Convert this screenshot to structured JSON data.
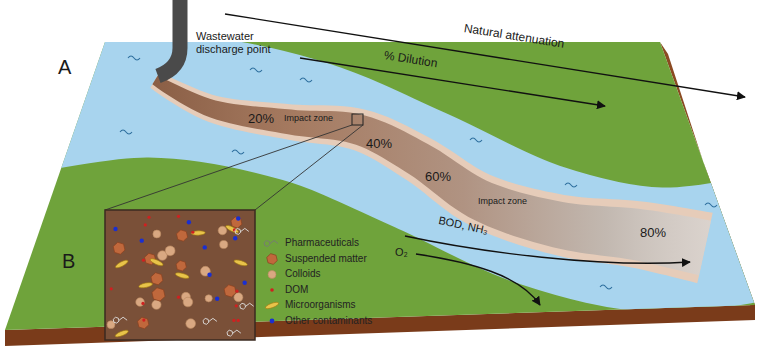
{
  "diagram": {
    "labels": [
      "A",
      "Wastewater discharge point",
      "% Dilution",
      "Natural attenuation",
      "20%",
      "Impact zone",
      "40%",
      "60%",
      "Impact zone",
      "80%",
      "BOD, NH₃",
      "O₂",
      "B"
    ],
    "legend": [
      {
        "text": "Pharmaceuticals"
      },
      {
        "text": "Suspended matter"
      },
      {
        "text": "Colloids"
      },
      {
        "text": "DOM"
      },
      {
        "text": "Microorganisms"
      },
      {
        "text": "Other contaminants"
      }
    ]
  }
}
